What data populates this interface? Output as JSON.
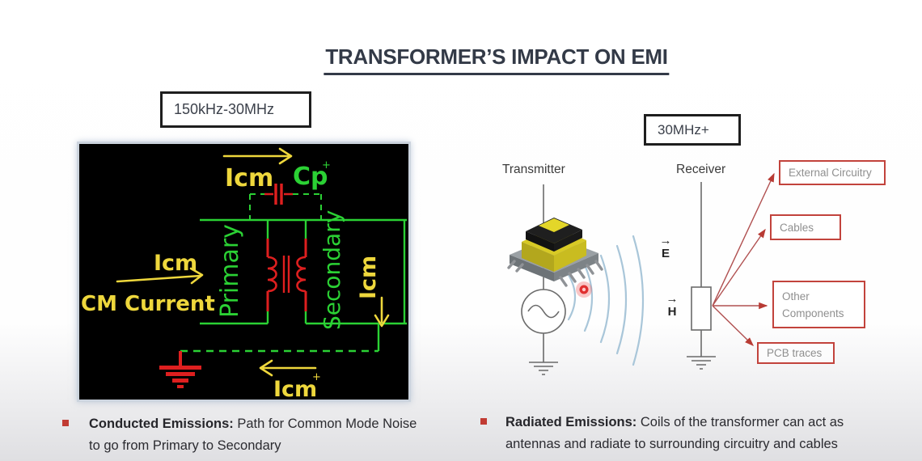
{
  "slide": {
    "title": "TRANSFORMER’S IMPACT ON EMI"
  },
  "conducted": {
    "freq": "150kHz-30MHz",
    "labels": {
      "icm_top": "Icm",
      "cp": "Cp",
      "plus": "+",
      "icm_left": "Icm",
      "cm_current": "CM Current",
      "primary": "Primary",
      "secondary": "Secondary",
      "icm_right": "Icm",
      "icm_bottom": "Icm"
    },
    "caption_bold": "Conducted Emissions:",
    "caption_rest": "Path for Common Mode Noise to go from Primary to Secondary"
  },
  "radiated": {
    "freq": "30MHz+",
    "transmitter": "Transmitter",
    "receiver": "Receiver",
    "arrow": "→",
    "e_field": "E",
    "h_field": "H",
    "targets": [
      "External Circuitry",
      "Cables",
      "Other Components",
      "PCB traces"
    ],
    "caption_bold": "Radiated Emissions:",
    "caption_rest": "Coils of the transformer can act as antennas and radiate to surrounding circuitry and cables"
  },
  "colors": {
    "wire_green": "#2bd134",
    "winding_red": "#de1f1f",
    "label_yellow": "#eed73c",
    "box_red": "#c2433c",
    "accent_navy": "#333a47"
  }
}
